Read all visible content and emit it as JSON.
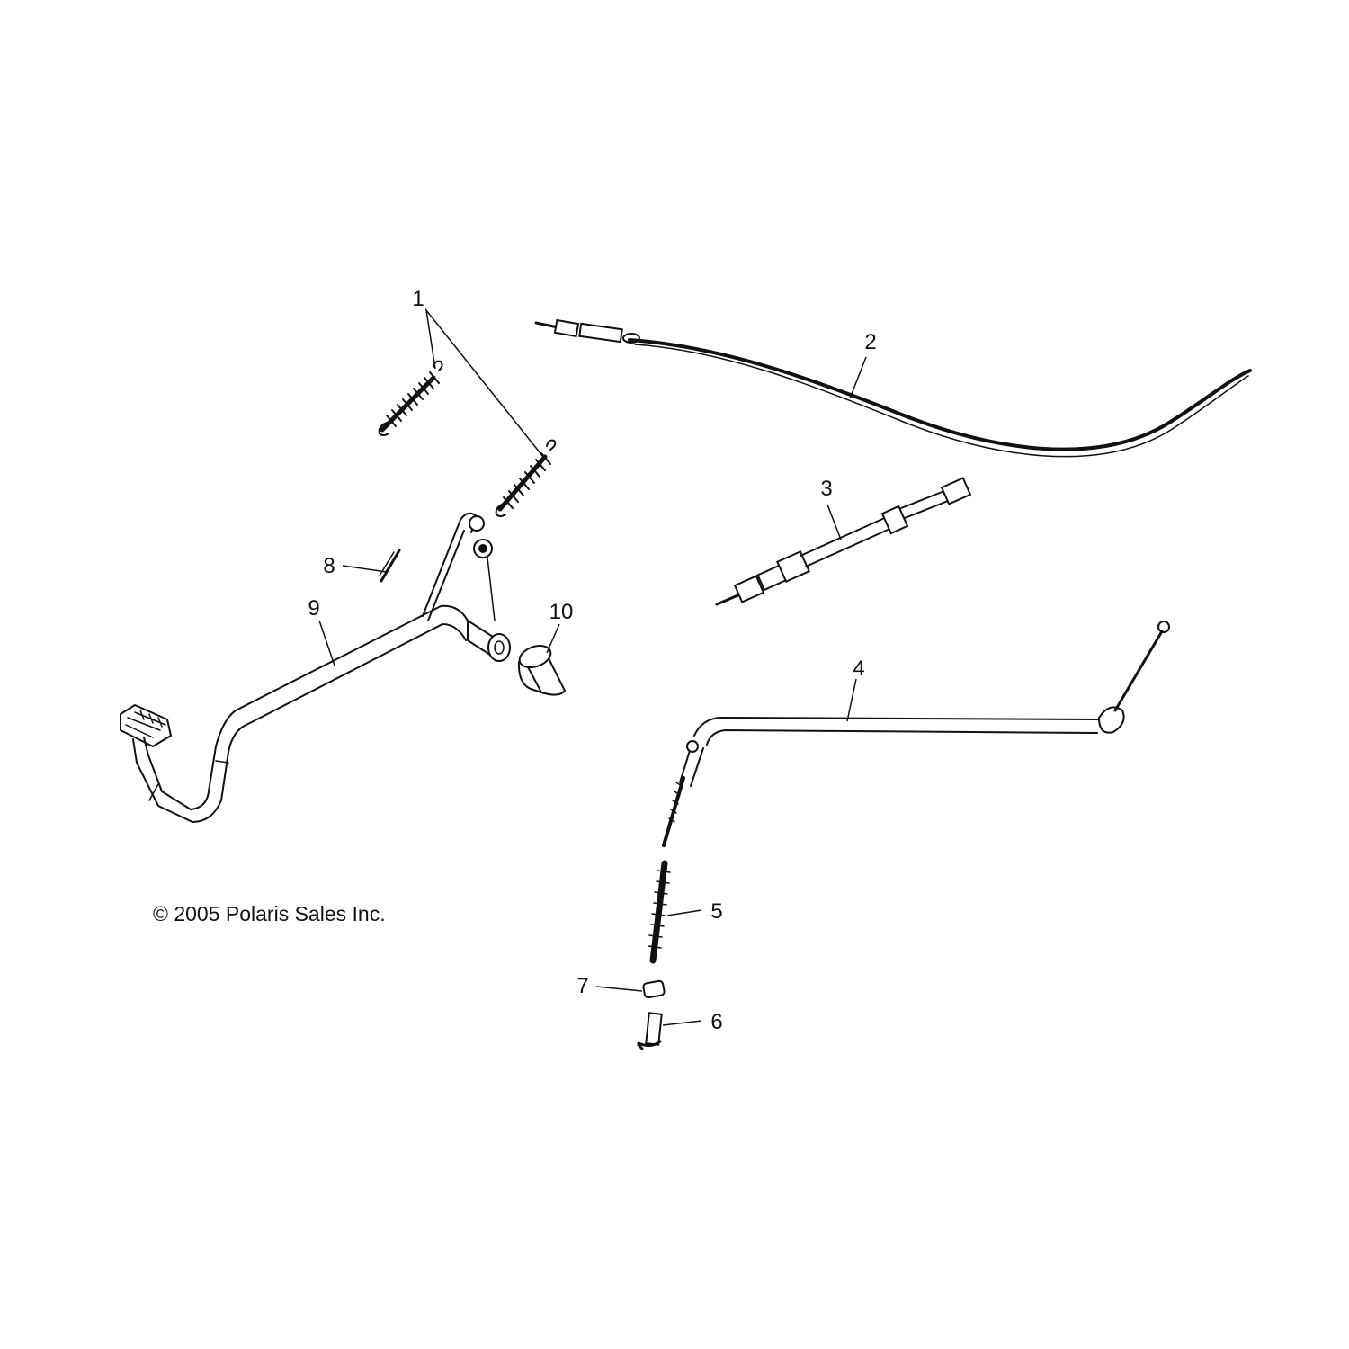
{
  "diagram": {
    "copyright": "© 2005 Polaris Sales Inc.",
    "callouts": {
      "c1": "1",
      "c2": "2",
      "c3": "3",
      "c4": "4",
      "c5": "5",
      "c6": "6",
      "c7": "7",
      "c8": "8",
      "c9": "9",
      "c10": "10"
    }
  }
}
